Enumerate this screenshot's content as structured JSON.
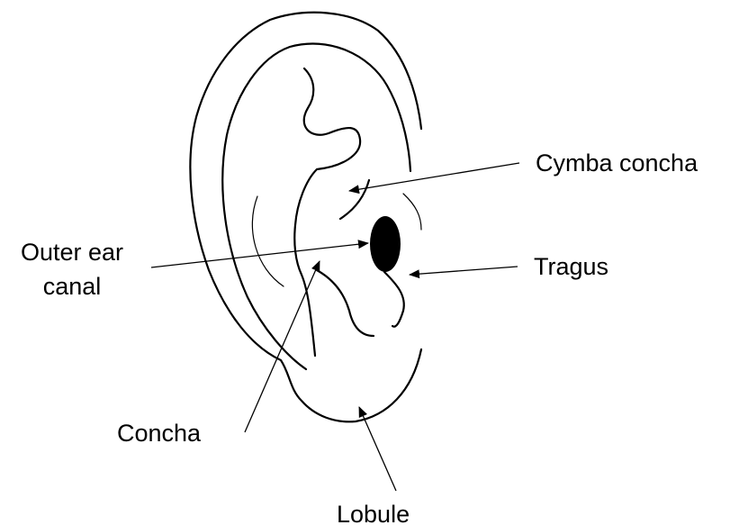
{
  "labels": {
    "cymba_concha": "Cymba concha",
    "outer_ear_canal_line1": "Outer ear",
    "outer_ear_canal_line2": "canal",
    "tragus": "Tragus",
    "concha": "Concha",
    "lobule": "Lobule"
  },
  "colors": {
    "line": "#000000",
    "background": "#ffffff"
  }
}
